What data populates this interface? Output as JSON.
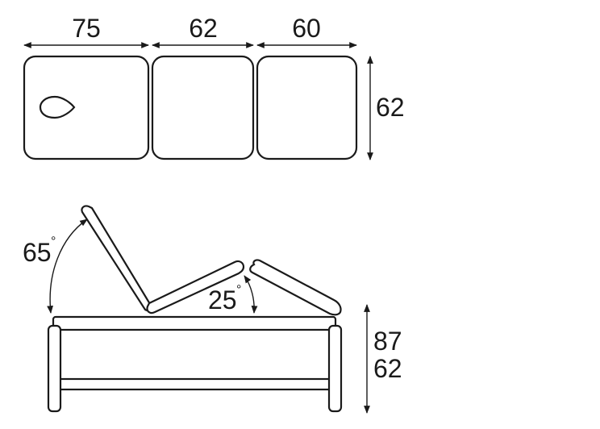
{
  "top_view": {
    "head_width": "75",
    "middle_width": "62",
    "foot_width": "60",
    "depth": "62"
  },
  "side_view": {
    "backrest_angle": "65",
    "backrest_angle_unit": "°",
    "leg_angle": "25",
    "leg_angle_unit": "°",
    "height_max": "87",
    "height_min": "62"
  },
  "colors": {
    "stroke": "#1a1a1a",
    "fill": "#ffffff"
  }
}
